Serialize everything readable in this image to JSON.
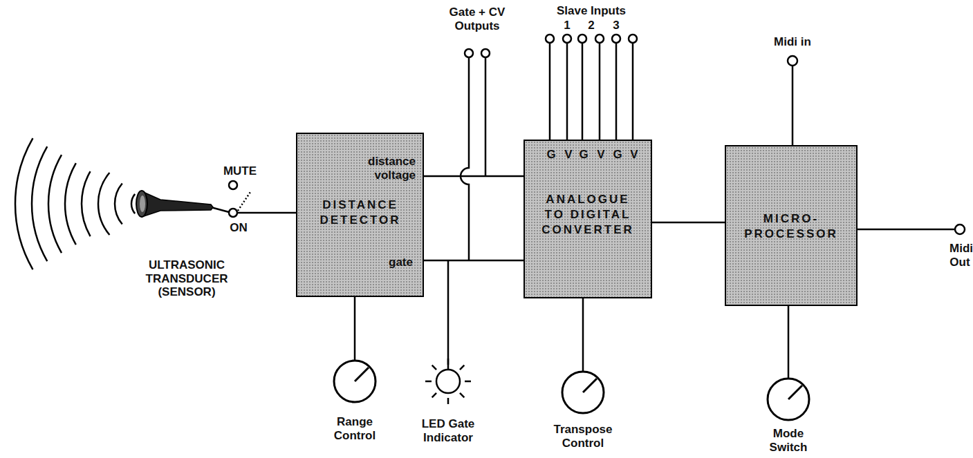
{
  "diagram": {
    "nodes": [
      {
        "text": [
          "DISTANCE DETECTOR",
          "distance voltage",
          "gate"
        ]
      },
      {
        "text": [
          "ANALOGUE TO DIGITAL CONVERTER",
          "G",
          "V",
          "G",
          "V",
          "G",
          "V"
        ]
      },
      {
        "text": [
          "MICRO- PROCESSOR"
        ]
      }
    ],
    "edges": [
      {
        "from": 0,
        "to": 1,
        "arrow": "none"
      },
      {
        "from": 0,
        "to": 1,
        "arrow": "none"
      },
      {
        "from": 1,
        "to": 2,
        "arrow": "none"
      }
    ],
    "labels": [
      "Gate + CV Outputs",
      "Slave Inputs",
      "1",
      "2",
      "3",
      "Midi in",
      "MUTE",
      "ON",
      "ULTRASONIC TRANSDUCER (SENSOR)",
      "Range Control",
      "LED Gate Indicator",
      "Transpose Control",
      "Mode Switch",
      "Midi Out"
    ]
  }
}
